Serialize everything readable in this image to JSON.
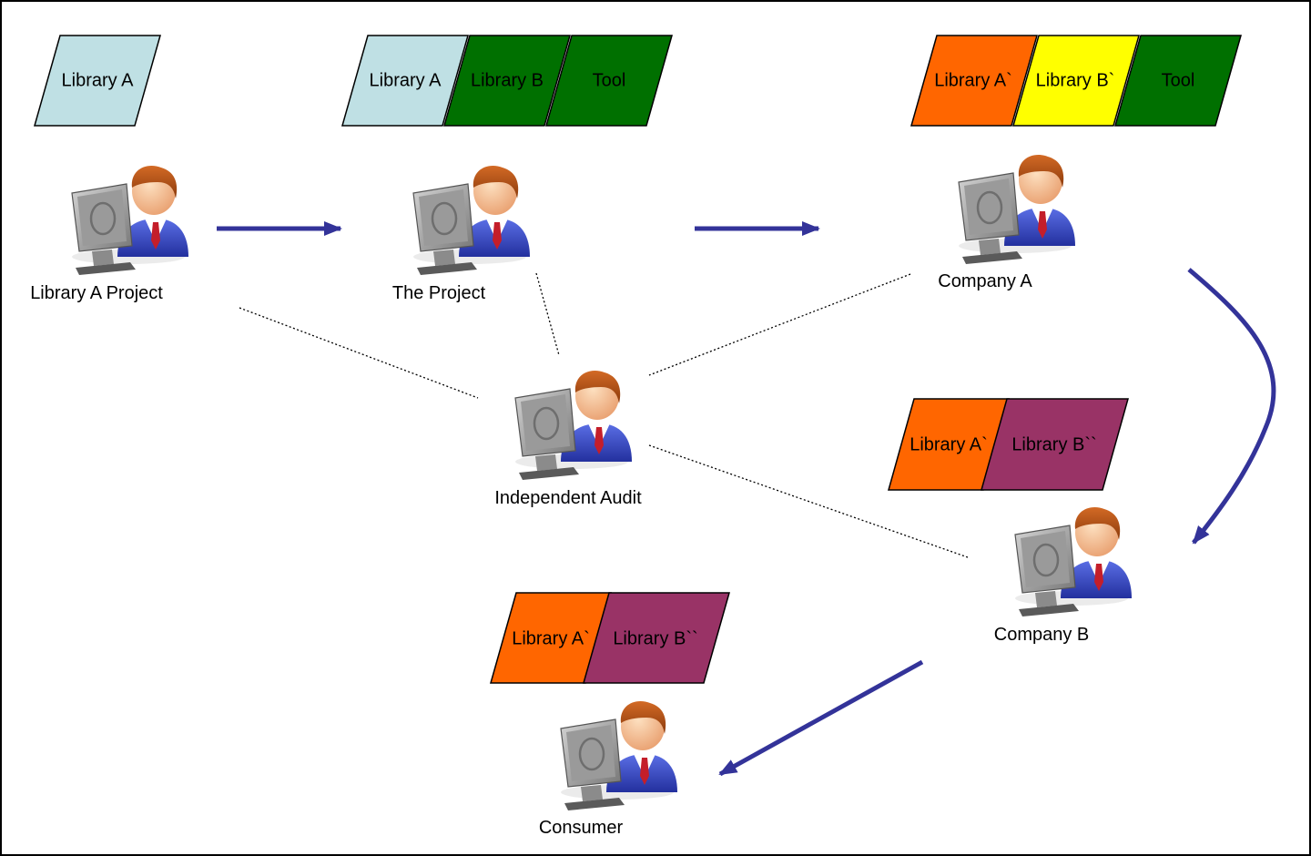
{
  "colors": {
    "light_blue": "#bfe0e4",
    "green": "#007000",
    "orange": "#ff6600",
    "yellow": "#ffff00",
    "plum": "#993366",
    "arrow": "#333399"
  },
  "nodes": {
    "library_a_project": {
      "label": "Library A Project",
      "icon": "person-at-computer-icon"
    },
    "the_project": {
      "label": "The Project",
      "icon": "person-at-computer-icon"
    },
    "company_a": {
      "label": "Company A",
      "icon": "person-at-computer-icon"
    },
    "independent_audit": {
      "label": "Independent Audit",
      "icon": "person-at-computer-icon"
    },
    "company_b": {
      "label": "Company B",
      "icon": "person-at-computer-icon"
    },
    "consumer": {
      "label": "Consumer",
      "icon": "person-at-computer-icon"
    }
  },
  "packages": {
    "library_a_project": [
      "Library A"
    ],
    "the_project": [
      "Library A",
      "Library B",
      "Tool"
    ],
    "company_a": [
      "Library A`",
      "Library B`",
      "Tool"
    ],
    "company_b": [
      "Library A`",
      "Library B``"
    ],
    "consumer": [
      "Library A`",
      "Library B``"
    ]
  }
}
